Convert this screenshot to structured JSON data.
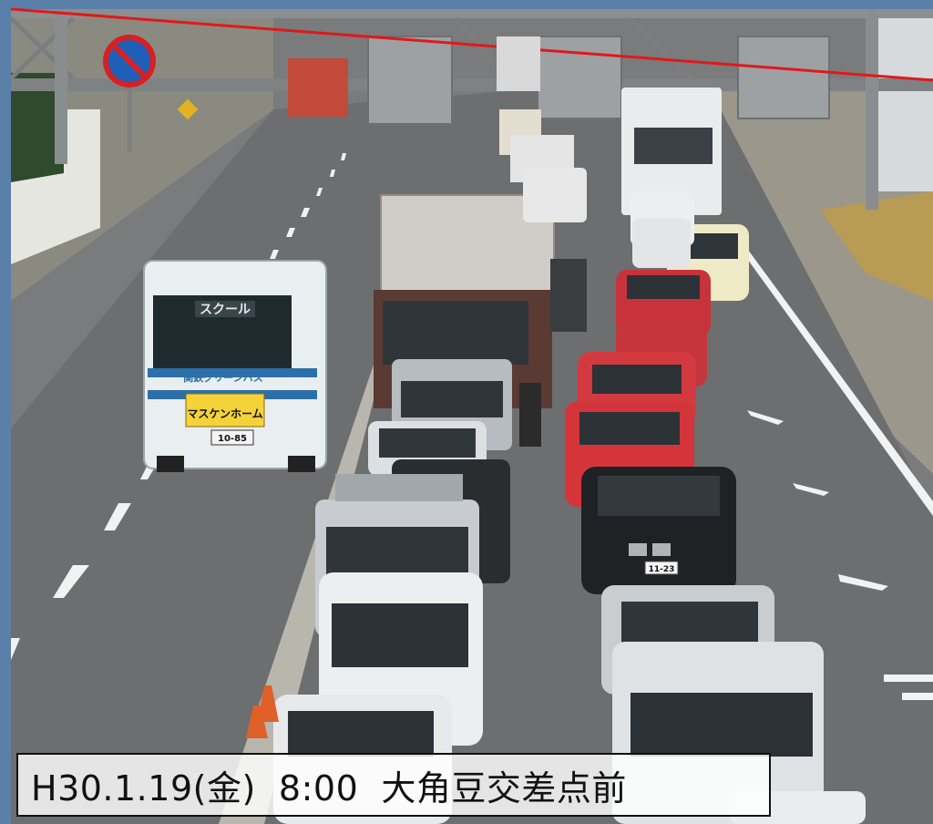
{
  "caption": {
    "text": "H30.1.19(金)  8:00  大角豆交差点前"
  },
  "bus": {
    "destination_sign": "スクール",
    "company_label": "関鉄グリーンバス",
    "ad_text": "マスケンホーム",
    "plate": "10-85"
  },
  "car_plate": "11-23",
  "colors": {
    "frame_blue": "#5a7fa8",
    "road": "#6e6f70",
    "red_line": "#e0191b",
    "no_parking_sign_blue": "#1f5fb8",
    "no_parking_sign_red": "#d82020"
  },
  "icons": [
    "no-parking-sign-icon",
    "lane-arrow-icon"
  ]
}
